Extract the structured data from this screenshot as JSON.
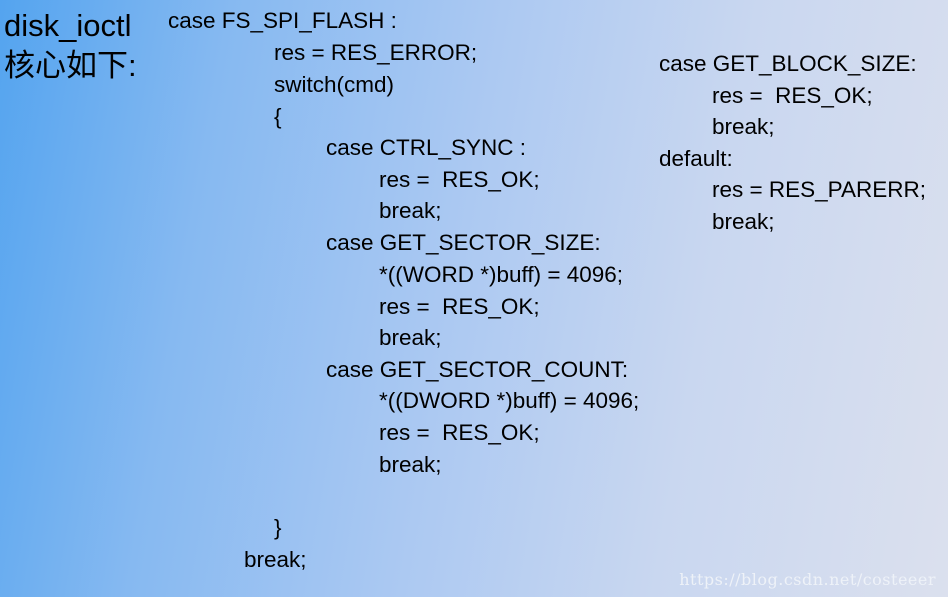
{
  "title": {
    "line1": "disk_ioctl",
    "line2": "核心如下:"
  },
  "left_code": [
    "case FS_SPI_FLASH :",
    "res = RES_ERROR;",
    "switch(cmd)",
    "{",
    "case CTRL_SYNC :",
    "res =  RES_OK;",
    "break;",
    "case GET_SECTOR_SIZE:",
    "*((WORD *)buff) = 4096;",
    "res =  RES_OK;",
    "break;",
    "case GET_SECTOR_COUNT:",
    "*((DWORD *)buff) = 4096;",
    "res =  RES_OK;",
    "break;",
    "}",
    "break;"
  ],
  "right_code": [
    "case GET_BLOCK_SIZE:",
    "res =  RES_OK;",
    "break;",
    "default:",
    "res = RES_PARERR;",
    "break;"
  ],
  "watermark": "https://blog.csdn.net/costeeer"
}
